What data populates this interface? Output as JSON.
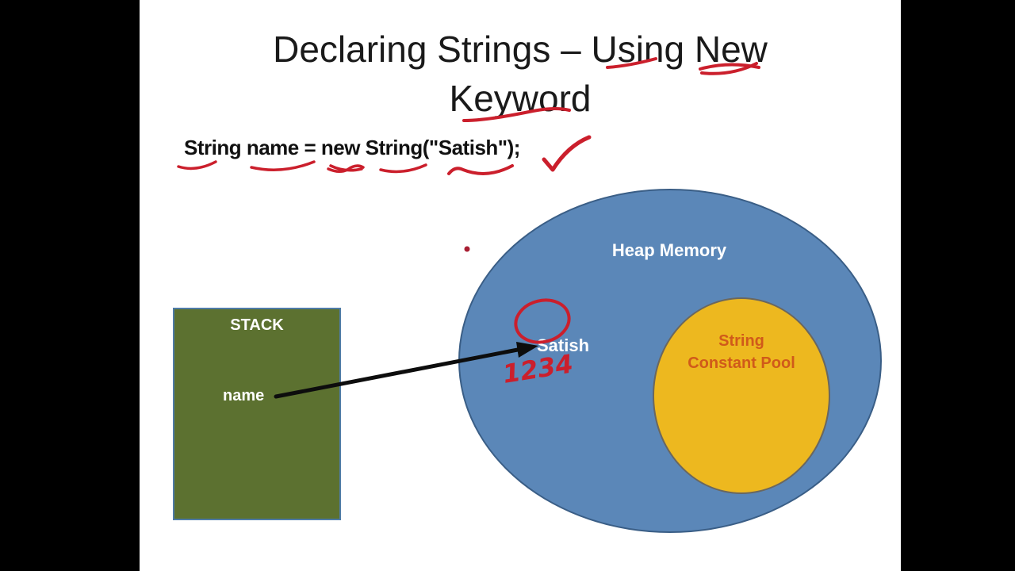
{
  "colors": {
    "background": "#000000",
    "slide": "#ffffff",
    "title_text": "#1a1a1a",
    "code_text": "#111111",
    "stack_fill": "#5c7130",
    "stack_border": "#4e7ba6",
    "heap_fill": "#5b87b8",
    "heap_border": "#3a5e86",
    "pool_fill": "#edb81f",
    "pool_border": "#6a675f",
    "pool_text": "#d05a1a",
    "shape_label_text": "#ffffff",
    "annotation_red": "#cb1f2c",
    "annotation_dot_red": "#a81e32",
    "arrow_black": "#0d0d0d"
  },
  "slide": {
    "title_line1": "Declaring Strings – Using New",
    "title_line2": "Keyword",
    "code_statement": "String name = new String(\"Satish\");",
    "stack": {
      "label": "STACK",
      "variable_name": "name"
    },
    "heap": {
      "label": "Heap Memory",
      "object_value": "Satish",
      "string_constant_pool": {
        "label_line1": "String",
        "label_line2": "Constant Pool"
      }
    },
    "annotations": {
      "handwritten_note": "1234"
    }
  }
}
